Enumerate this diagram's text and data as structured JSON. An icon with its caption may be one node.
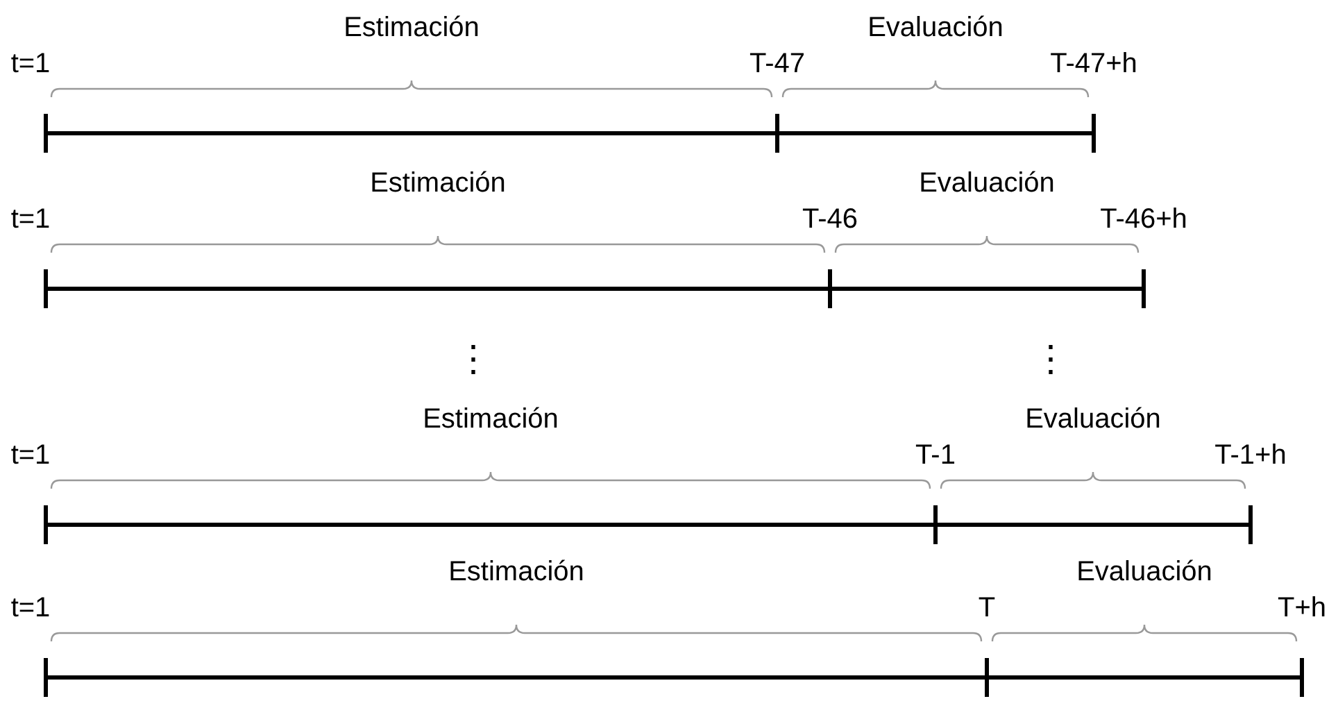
{
  "diagram": {
    "labels": [
      "Estimación",
      "Evaluación",
      "t=1",
      "T-47",
      "T-47+h",
      "Estimación",
      "Evaluación",
      "t=1",
      "T-46",
      "T-46+h",
      "⋮",
      "⋮",
      "Estimación",
      "Evaluación",
      "t=1",
      "T-1",
      "T-1+h",
      "Estimación",
      "Evaluación",
      "t=1",
      "T",
      "T+h"
    ]
  }
}
